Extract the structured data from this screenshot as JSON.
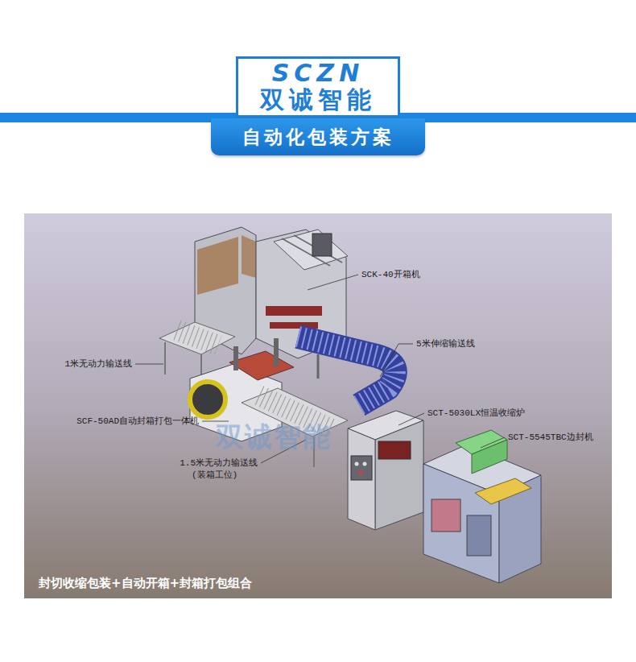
{
  "diagram": {
    "caption": "封切收缩包装+自动开箱+封箱打包组合",
    "nodes": [
      {
        "text": [
          "SCZN",
          "双诚智能"
        ]
      },
      {
        "text": [
          "自动化包装方案"
        ]
      }
    ],
    "labels": [
      "SCK-40开箱机",
      "5米伸缩输送线",
      "1米无动力输送线",
      "SCF-50AD自动封箱打包一体机",
      "1.5米无动力输送线",
      "(装箱工位)",
      "双诚智能",
      "SCT-5030LX恒温收缩炉",
      "SCT-5545TBC边封机"
    ]
  }
}
